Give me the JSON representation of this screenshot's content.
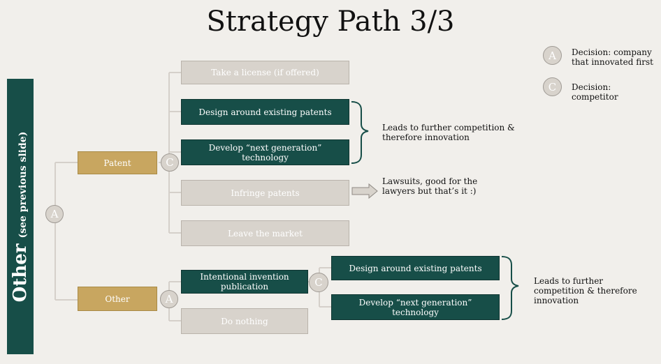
{
  "title": "Strategy Path 3/3",
  "sidebar": {
    "main": "Other",
    "sub": "(see previous slide)"
  },
  "legend": [
    {
      "letter": "A",
      "text": "Decision: company that innovated first"
    },
    {
      "letter": "C",
      "text": "Decision: competitor"
    }
  ],
  "root_node": "A",
  "patent": {
    "label": "Patent",
    "node": "C",
    "options": [
      "Take a license (if offered)",
      "Design around existing patents",
      "Develop “next generation” technology",
      "Infringe patents",
      "Leave the market"
    ]
  },
  "other": {
    "label": "Other",
    "node": "A",
    "options": [
      "Intentional invention publication",
      "Do nothing"
    ],
    "sub_node": "C",
    "sub_options": [
      "Design around existing patents",
      "Develop “next generation” technology"
    ]
  },
  "notes": {
    "competition_1": "Leads to further competition & therefore innovation",
    "lawsuits": "Lawsuits, good for the lawyers but that’s it :)",
    "competition_2": "Leads to further competition & therefore innovation"
  }
}
